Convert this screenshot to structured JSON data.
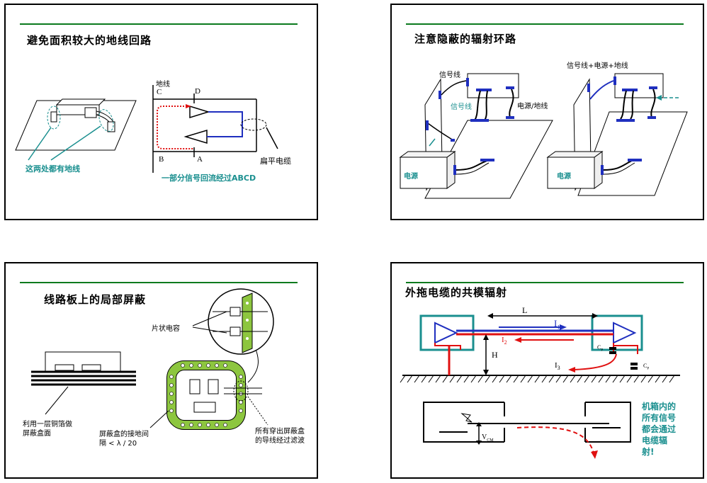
{
  "panel1": {
    "title": "避免面积较大的地线回路",
    "ground_label": "地线",
    "both_ground_label": "这两处都有地线",
    "corner_c": "C",
    "corner_d": "D",
    "corner_b": "B",
    "corner_a": "A",
    "flat_cable_label": "扁平电缆",
    "path_label": "一部分信号回流经过ABCD"
  },
  "panel2": {
    "title": "注意隐蔽的辐射环路",
    "signal_line_1": "信号线",
    "signal_line_2": "信号线",
    "power_ground": "电源/地线",
    "power_box_left": "电源",
    "power_box_right": "电源",
    "combined_label": "信号线+电源+地线"
  },
  "panel3": {
    "title": "线路板上的局部屏蔽",
    "chip_cap": "片状电容",
    "copper_layer": "利用一层铜箔做\n屏蔽盒面",
    "copper_line1": "利用一层铜箔做",
    "copper_line2": "屏蔽盒面",
    "ground_spacing_line1": "屏蔽盒的接地间",
    "ground_spacing_line2": "隔 < λ / 20",
    "filter_line1": "所有穿出屏蔽盒",
    "filter_line2": "的导线经过滤波"
  },
  "panel4": {
    "title": "外拖电缆的共模辐射",
    "L": "L",
    "H": "H",
    "I1": "I",
    "I1_sub": "1",
    "I2": "I",
    "I2_sub": "2",
    "I3": "I",
    "I3_sub": "3",
    "Cp": "C",
    "Cp_sub": "P",
    "Vcm": "V",
    "Vcm_sub": "CM",
    "note_line1": "机箱内的",
    "note_line2": "所有信号",
    "note_line3": "都会通过",
    "note_line4": "电缆辐",
    "note_line5": "射!"
  },
  "colors": {
    "green_rule": "#0a7a1e",
    "teal": "#1a8f8f",
    "blue": "#1f2fbf",
    "red": "#e01010",
    "pcb_green": "#8dc63f"
  }
}
